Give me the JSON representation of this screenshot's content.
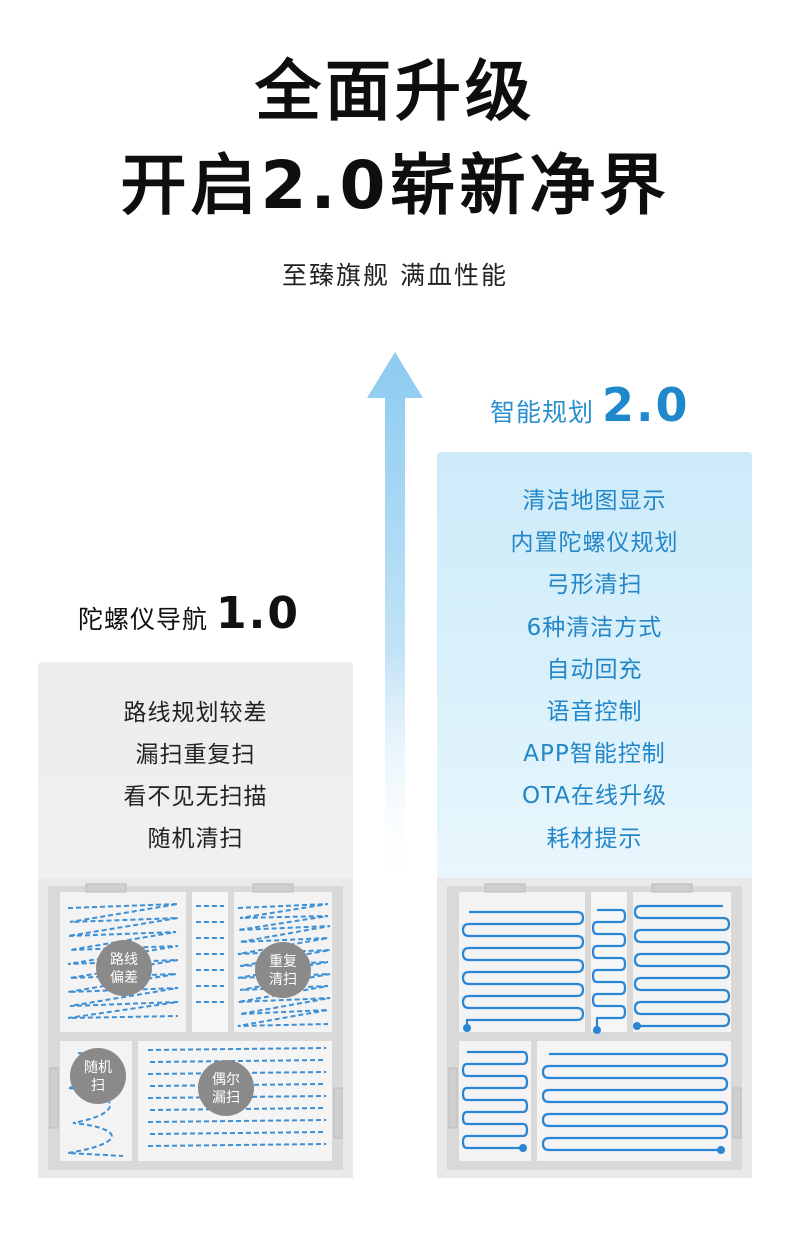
{
  "header": {
    "title_line1": "全面升级",
    "title_line2": "开启2.0崭新净界",
    "subtitle": "至臻旗舰 满血性能"
  },
  "old_version": {
    "label": "陀螺仪导航",
    "version": "1.0",
    "features": [
      "路线规划较差",
      "漏扫重复扫",
      "看不见无扫描",
      "随机清扫"
    ],
    "badges": [
      {
        "line1": "路线",
        "line2": "偏差"
      },
      {
        "line1": "重复",
        "line2": "清扫"
      },
      {
        "line1": "随机",
        "line2": "扫"
      },
      {
        "line1": "偶尔",
        "line2": "漏扫"
      }
    ]
  },
  "new_version": {
    "label": "智能规划",
    "version": "2.0",
    "features": [
      "清洁地图显示",
      "内置陀螺仪规划",
      "弓形清扫",
      "6种清洁方式",
      "自动回充",
      "语音控制",
      "APP智能控制",
      "OTA在线升级",
      "耗材提示"
    ]
  },
  "colors": {
    "accent_blue": "#2386c8",
    "path_blue": "#2a86d4",
    "badge_gray": "#8a8a8a",
    "old_panel": "#eeeeee",
    "new_panel": "#d6effb"
  }
}
